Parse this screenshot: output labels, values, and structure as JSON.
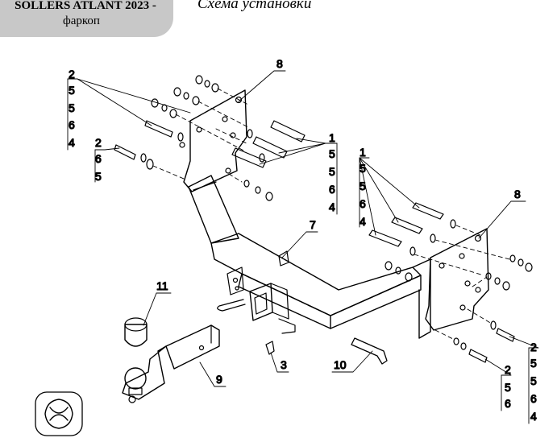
{
  "header": {
    "model": "SOLLERS ATLANT 2023 -",
    "product": "фаркоп",
    "scheme_title": "Схема установки"
  },
  "callouts": {
    "left_bolt_stack": [
      "2",
      "5",
      "5",
      "6",
      "4"
    ],
    "left_small_stack": [
      "2",
      "6",
      "5"
    ],
    "plate_left": "8",
    "center_stack": [
      "1",
      "5",
      "5",
      "6",
      "4"
    ],
    "right_stack": [
      "1",
      "5",
      "5",
      "6",
      "4"
    ],
    "plate_right": "8",
    "beam": "7",
    "ball": "11",
    "ball_mount": "9",
    "screw": "3",
    "pin": "10",
    "bottom_small_stack": [
      "2",
      "5",
      "6"
    ],
    "bottom_right_stack": [
      "2",
      "5",
      "5",
      "6",
      "4"
    ]
  },
  "colors": {
    "line": "#000000",
    "title_tab": "#c8c8c8",
    "background": "#ffffff"
  }
}
